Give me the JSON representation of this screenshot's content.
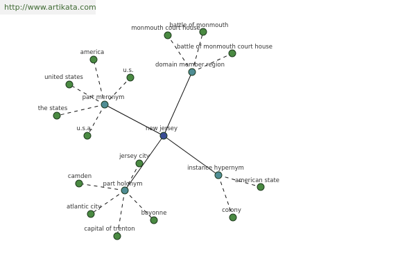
{
  "watermark": "http://www.artikata.com",
  "colors": {
    "center": "#3a4d94",
    "relation": "#4f8d94",
    "leaf": "#4a8a42"
  },
  "graph": {
    "center": {
      "id": "new-jersey",
      "label": "new jersey"
    },
    "relations": [
      {
        "id": "domain-member-region",
        "label": "domain member region",
        "leaves": [
          "monmouth court house",
          "battle of monmouth",
          "battle of monmouth court house"
        ]
      },
      {
        "id": "part-meronym",
        "label": "part meronym",
        "leaves": [
          "america",
          "u.s.",
          "united states",
          "the states",
          "u.s.a."
        ]
      },
      {
        "id": "part-holonym",
        "label": "part holonym",
        "leaves": [
          "jersey city",
          "camden",
          "atlantic city",
          "bayonne",
          "capital of trenton"
        ]
      },
      {
        "id": "instance-hypernym",
        "label": "instance hypernym",
        "leaves": [
          "american state",
          "colony"
        ]
      }
    ]
  }
}
